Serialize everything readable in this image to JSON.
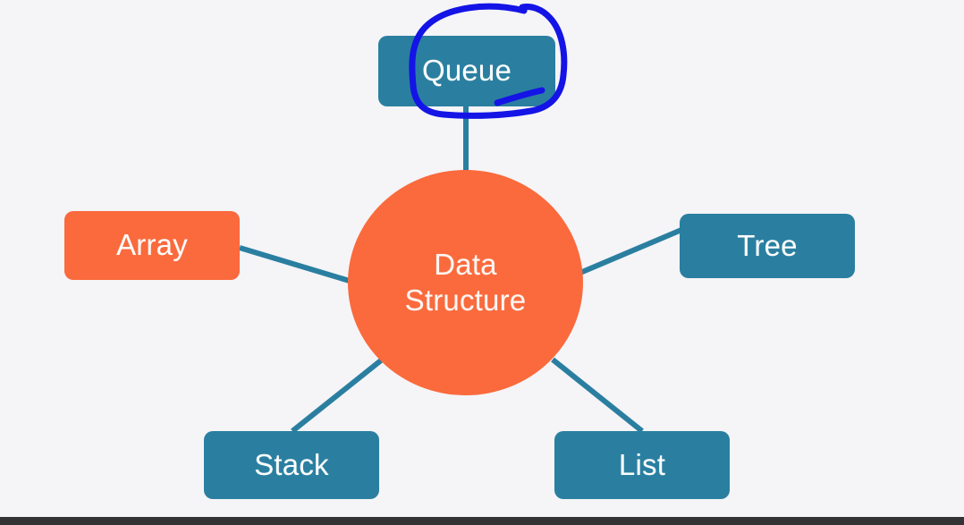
{
  "diagram": {
    "title": "Data Structure mind map",
    "background_color": "#f5f4f7",
    "center": {
      "id": "data-structure",
      "label": "Data\nStructure",
      "shape": "circle",
      "color": "#fa6a3c",
      "text_color": "#fdf6f3"
    },
    "nodes": [
      {
        "id": "queue",
        "label": "Queue",
        "shape": "rounded-rect",
        "color": "#2a7fa0",
        "text_color": "#fdfdfd",
        "position": "top",
        "annotated": true
      },
      {
        "id": "array",
        "label": "Array",
        "shape": "rounded-rect",
        "color": "#fa6a3c",
        "text_color": "#fdfdfd",
        "position": "left",
        "annotated": false
      },
      {
        "id": "tree",
        "label": "Tree",
        "shape": "rounded-rect",
        "color": "#2a7fa0",
        "text_color": "#fdfdfd",
        "position": "right",
        "annotated": false
      },
      {
        "id": "stack",
        "label": "Stack",
        "shape": "rounded-rect",
        "color": "#2a7fa0",
        "text_color": "#fdfdfd",
        "position": "bottom-left",
        "annotated": false
      },
      {
        "id": "list",
        "label": "List",
        "shape": "rounded-rect",
        "color": "#2a7fa0",
        "text_color": "#fdfdfd",
        "position": "bottom-right",
        "annotated": false
      }
    ],
    "edges": [
      {
        "from": "data-structure",
        "to": "queue",
        "color": "#2a7fa0"
      },
      {
        "from": "data-structure",
        "to": "array",
        "color": "#2a7fa0"
      },
      {
        "from": "data-structure",
        "to": "tree",
        "color": "#2a7fa0"
      },
      {
        "from": "data-structure",
        "to": "stack",
        "color": "#2a7fa0"
      },
      {
        "from": "data-structure",
        "to": "list",
        "color": "#2a7fa0"
      }
    ],
    "annotation": {
      "type": "freehand-circle",
      "target": "queue",
      "color": "#1414e6",
      "stroke_width": 7
    },
    "bottom_bar_color": "#333336"
  }
}
